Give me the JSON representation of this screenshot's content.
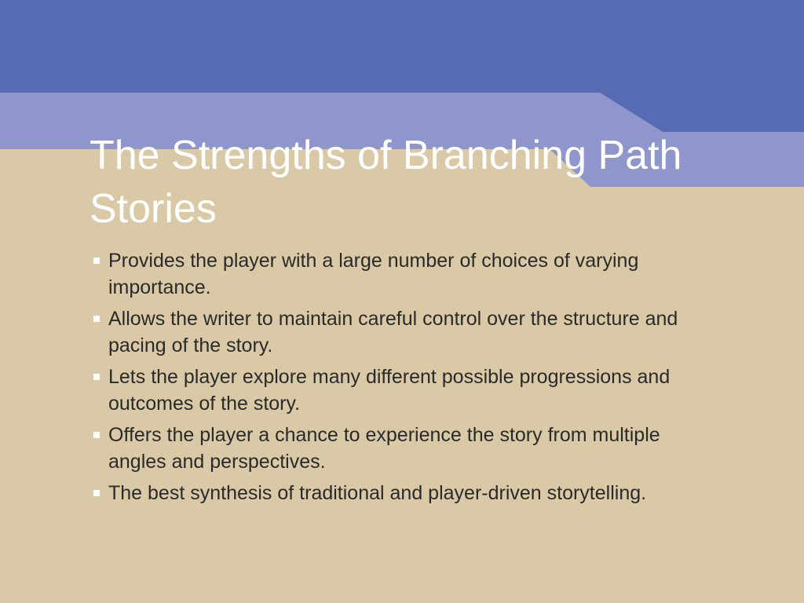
{
  "slide": {
    "title": "The Strengths of Branching Path Stories",
    "bullets": [
      "Provides the player with a large number of choices of varying importance.",
      "Allows the writer to maintain careful control over the structure and pacing of the story.",
      "Lets the player explore many different possible progressions and outcomes of the story.",
      "Offers the player a chance to experience the story from multiple angles and perspectives.",
      "The best synthesis of traditional and player-driven storytelling."
    ]
  },
  "colors": {
    "background": "#d9c9a6",
    "top_band": "#566bb3",
    "light_band": "#8f96cb",
    "title_text": "#ffffff",
    "body_text": "#2a2a2a",
    "bullet_marker": "#ffffff"
  }
}
